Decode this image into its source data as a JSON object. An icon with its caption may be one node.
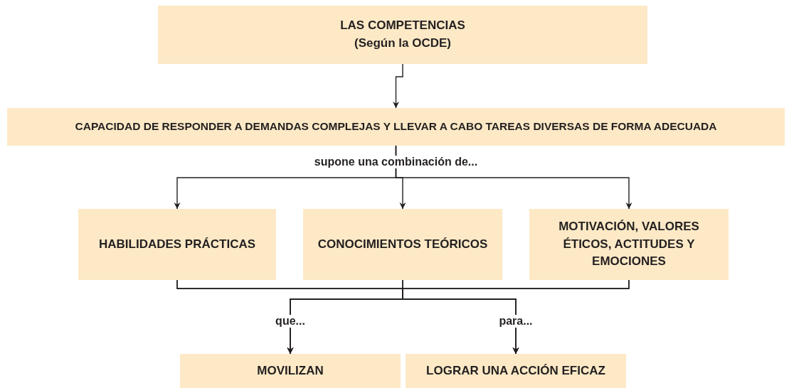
{
  "diagram": {
    "nodes": [
      {
        "text": [
          "LAS COMPETENCIAS (Según la OCDE)"
        ]
      },
      {
        "text": [
          "CAPACIDAD DE RESPONDER A DEMANDAS COMPLEJAS Y LLEVAR A CABO TAREAS DIVERSAS DE FORMA ADECUADA"
        ]
      },
      {
        "text": [
          "HABILIDADES PRÁCTICAS"
        ]
      },
      {
        "text": [
          "CONOCIMIENTOS TEÓRICOS"
        ]
      },
      {
        "text": [
          "MOTIVACIÓN, VALORES ÉTICOS, ACTITUDES Y EMOCIONES"
        ]
      },
      {
        "text": [
          "MOVILIZAN"
        ]
      },
      {
        "text": [
          "LOGRAR UNA ACCIÓN EFICAZ"
        ]
      }
    ],
    "edges": [
      {
        "from": 0,
        "to": 1,
        "arrow": "to"
      },
      {
        "from": 1,
        "to": 2,
        "arrow": "to"
      },
      {
        "from": 1,
        "to": 3,
        "arrow": "to",
        "label": "supone una combinación de..."
      },
      {
        "from": 1,
        "to": 4,
        "arrow": "to"
      },
      {
        "from": 2,
        "to": 5,
        "arrow": "to"
      },
      {
        "from": 3,
        "to": 5,
        "arrow": "to",
        "label": "que..."
      },
      {
        "from": 4,
        "to": 5,
        "arrow": "to"
      },
      {
        "from": 2,
        "to": 6,
        "arrow": "to"
      },
      {
        "from": 3,
        "to": 6,
        "arrow": "to",
        "label": "para..."
      },
      {
        "from": 4,
        "to": 6,
        "arrow": "to"
      }
    ]
  }
}
